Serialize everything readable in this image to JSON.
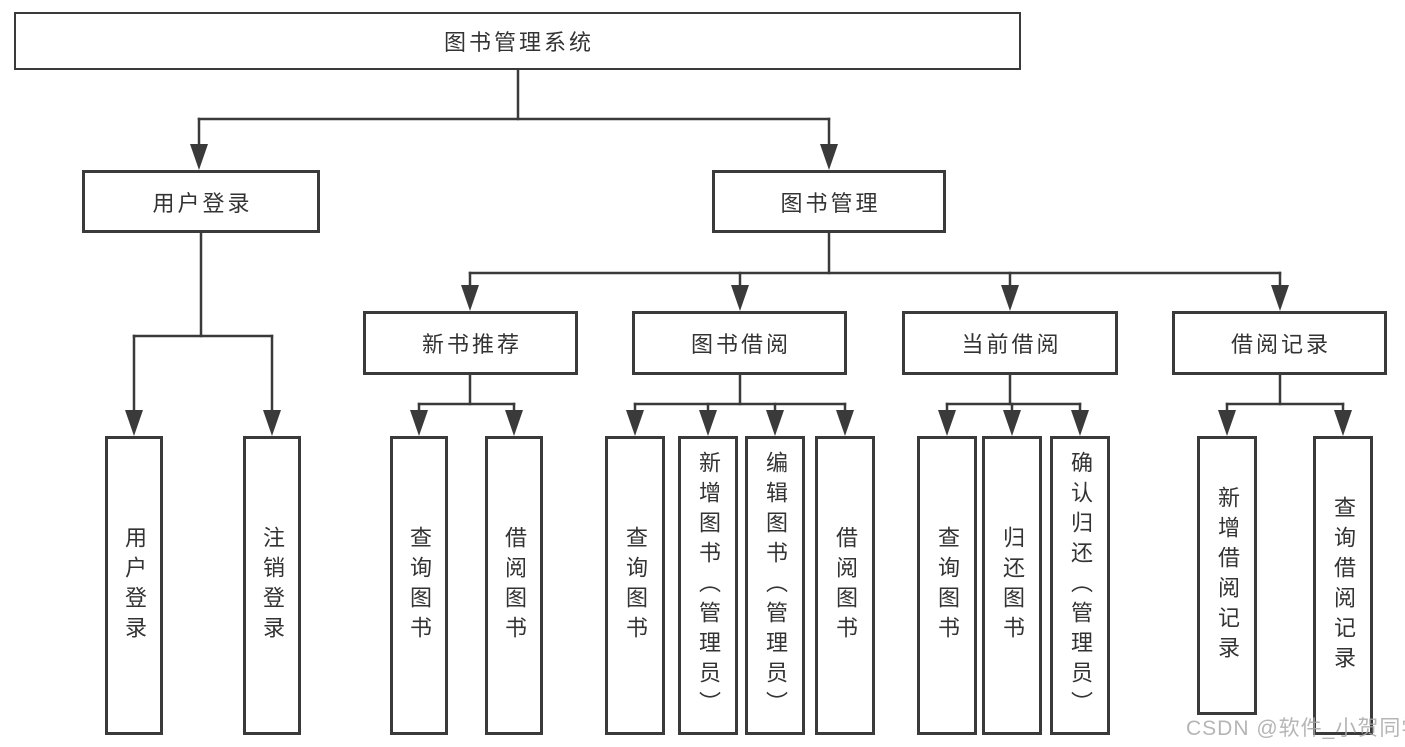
{
  "diagram": {
    "root": "图书管理系统",
    "level2": {
      "user_login": "用户登录",
      "book_management": "图书管理"
    },
    "level3": {
      "new_book_recommend": "新书推荐",
      "book_borrowing": "图书借阅",
      "current_borrowing": "当前借阅",
      "borrowing_records": "借阅记录"
    },
    "leaves": {
      "user_login": [
        "用户登录",
        "注销登录"
      ],
      "new_book_recommend": [
        "查询图书",
        "借阅图书"
      ],
      "book_borrowing": [
        "查询图书",
        "新增图书（管理员）",
        "编辑图书（管理员）",
        "借阅图书"
      ],
      "current_borrowing": [
        "查询图书",
        "归还图书",
        "确认归还（管理员）"
      ],
      "borrowing_records": [
        "新增借阅记录",
        "查询借阅记录"
      ]
    }
  },
  "watermark": "CSDN @软件_小贺同学"
}
